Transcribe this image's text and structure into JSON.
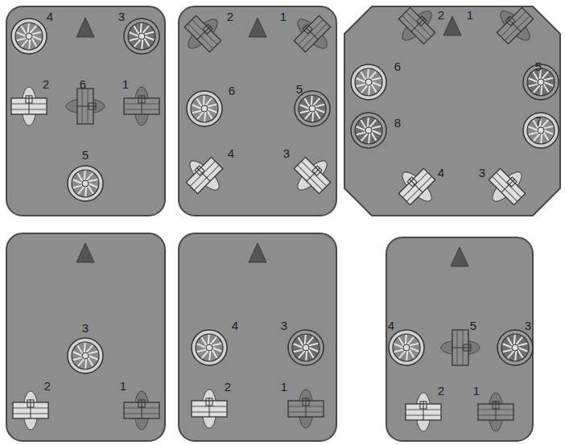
{
  "diagram": {
    "labels": [
      "4",
      "3",
      "2",
      "6",
      "1",
      "5",
      "2",
      "1",
      "6",
      "5",
      "4",
      "3",
      "2",
      "1",
      "6",
      "5",
      "8",
      "7",
      "4",
      "3",
      "3",
      "2",
      "1",
      "4",
      "3",
      "2",
      "1",
      "4",
      "5",
      "3",
      "2",
      "1"
    ]
  }
}
